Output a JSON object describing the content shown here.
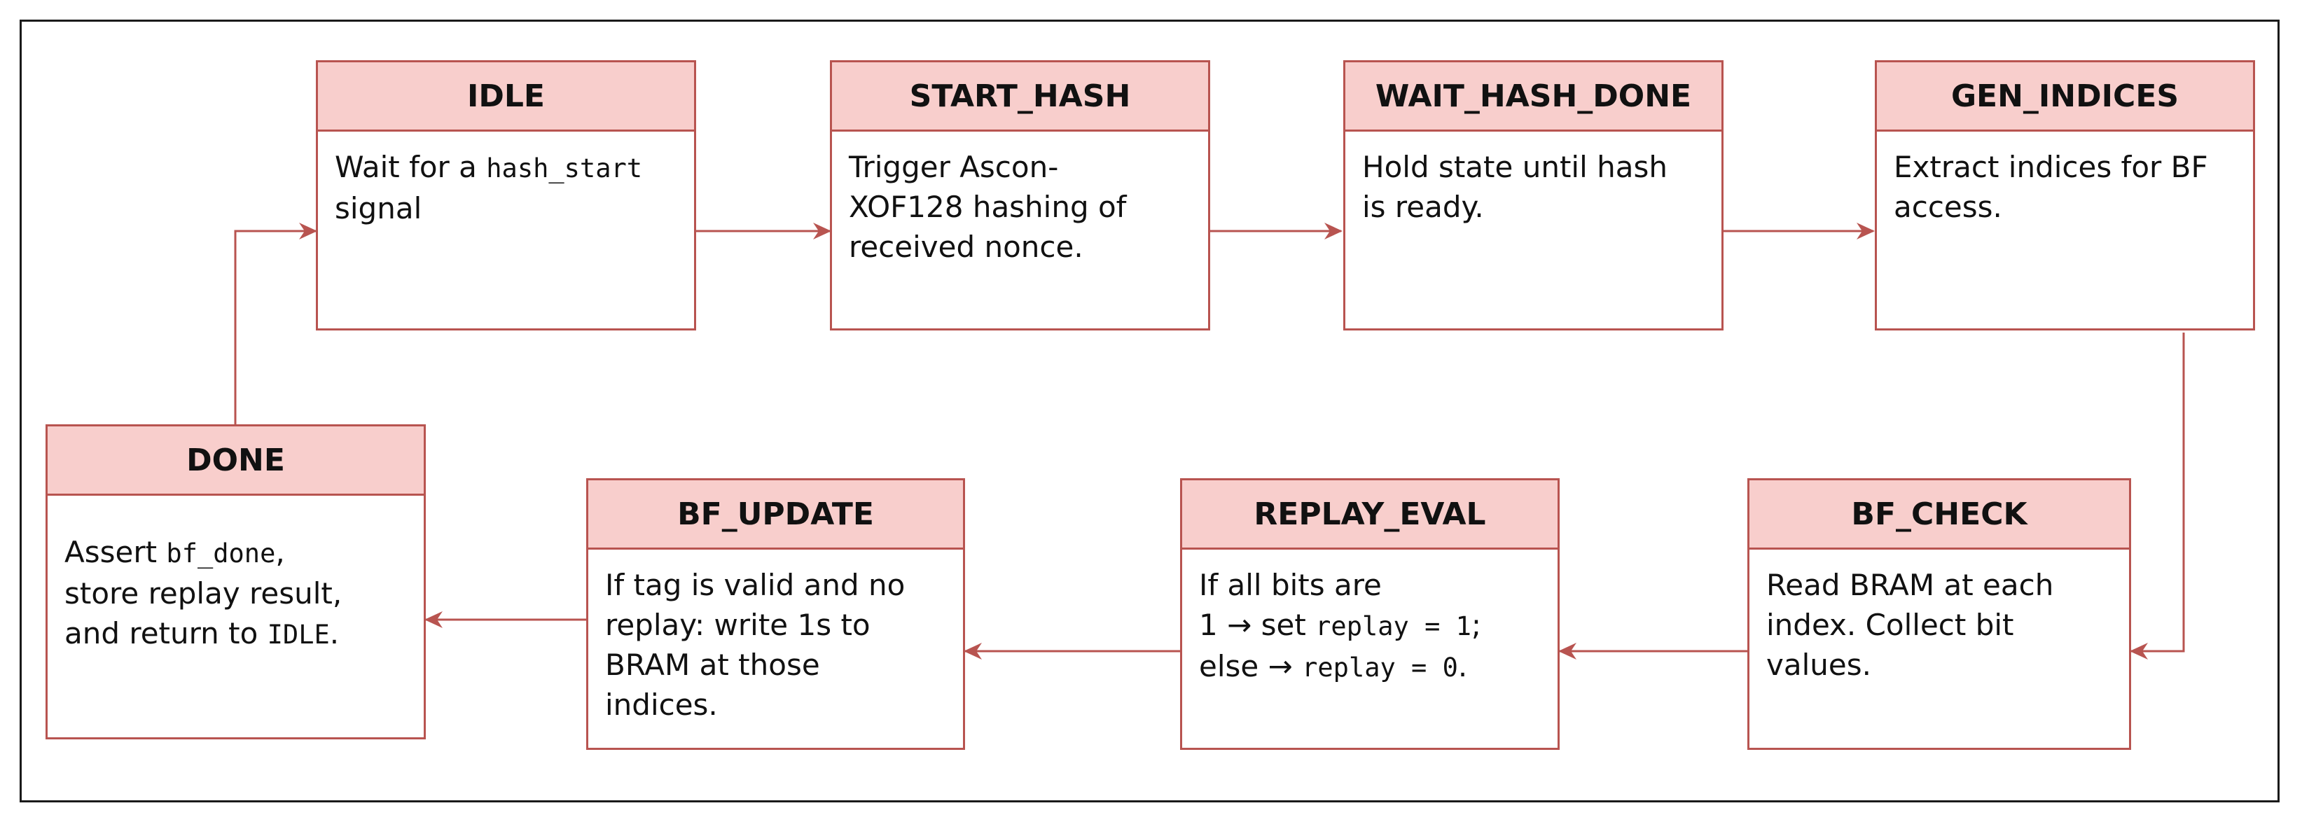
{
  "states": {
    "idle": {
      "title": "IDLE",
      "body": [
        {
          "t": "Wait for a "
        },
        {
          "t": "hash_start",
          "mono": true
        },
        {
          "br": true
        },
        {
          "t": "signal"
        }
      ]
    },
    "start_hash": {
      "title": "START_HASH",
      "body": [
        {
          "t": "Trigger Ascon-"
        },
        {
          "br": true
        },
        {
          "t": "XOF128 hashing of"
        },
        {
          "br": true
        },
        {
          "t": "received nonce."
        }
      ]
    },
    "wait_hash_done": {
      "title": "WAIT_HASH_DONE",
      "body": [
        {
          "t": "Hold state until hash"
        },
        {
          "br": true
        },
        {
          "t": "is ready."
        }
      ]
    },
    "gen_indices": {
      "title": "GEN_INDICES",
      "body": [
        {
          "t": "Extract indices for BF"
        },
        {
          "br": true
        },
        {
          "t": "access."
        }
      ]
    },
    "done": {
      "title": "DONE",
      "body": [
        {
          "t": "Assert "
        },
        {
          "t": "bf_done",
          "mono": true
        },
        {
          "t": ","
        },
        {
          "br": true
        },
        {
          "t": "store replay result,"
        },
        {
          "br": true
        },
        {
          "t": "and return to "
        },
        {
          "t": "IDLE",
          "mono": true
        },
        {
          "t": "."
        }
      ]
    },
    "bf_update": {
      "title": "BF_UPDATE",
      "body": [
        {
          "t": "If tag is valid and no"
        },
        {
          "br": true
        },
        {
          "t": "replay: write 1s to"
        },
        {
          "br": true
        },
        {
          "t": "BRAM at those"
        },
        {
          "br": true
        },
        {
          "t": "indices."
        }
      ]
    },
    "replay_eval": {
      "title": "REPLAY_EVAL",
      "body": [
        {
          "t": "If all bits are"
        },
        {
          "br": true
        },
        {
          "t": "1 → set "
        },
        {
          "t": "replay = 1",
          "mono": true
        },
        {
          "t": ";"
        },
        {
          "br": true
        },
        {
          "t": "else → "
        },
        {
          "t": "replay = 0",
          "mono": true
        },
        {
          "t": "."
        }
      ]
    },
    "bf_check": {
      "title": "BF_CHECK",
      "body": [
        {
          "t": "Read BRAM at each"
        },
        {
          "br": true
        },
        {
          "t": "index. Collect bit"
        },
        {
          "br": true
        },
        {
          "t": "values."
        }
      ]
    }
  },
  "colors": {
    "header_fill": "#f8cecc",
    "stroke": "#b85450",
    "frame": "#1a1a1a"
  }
}
